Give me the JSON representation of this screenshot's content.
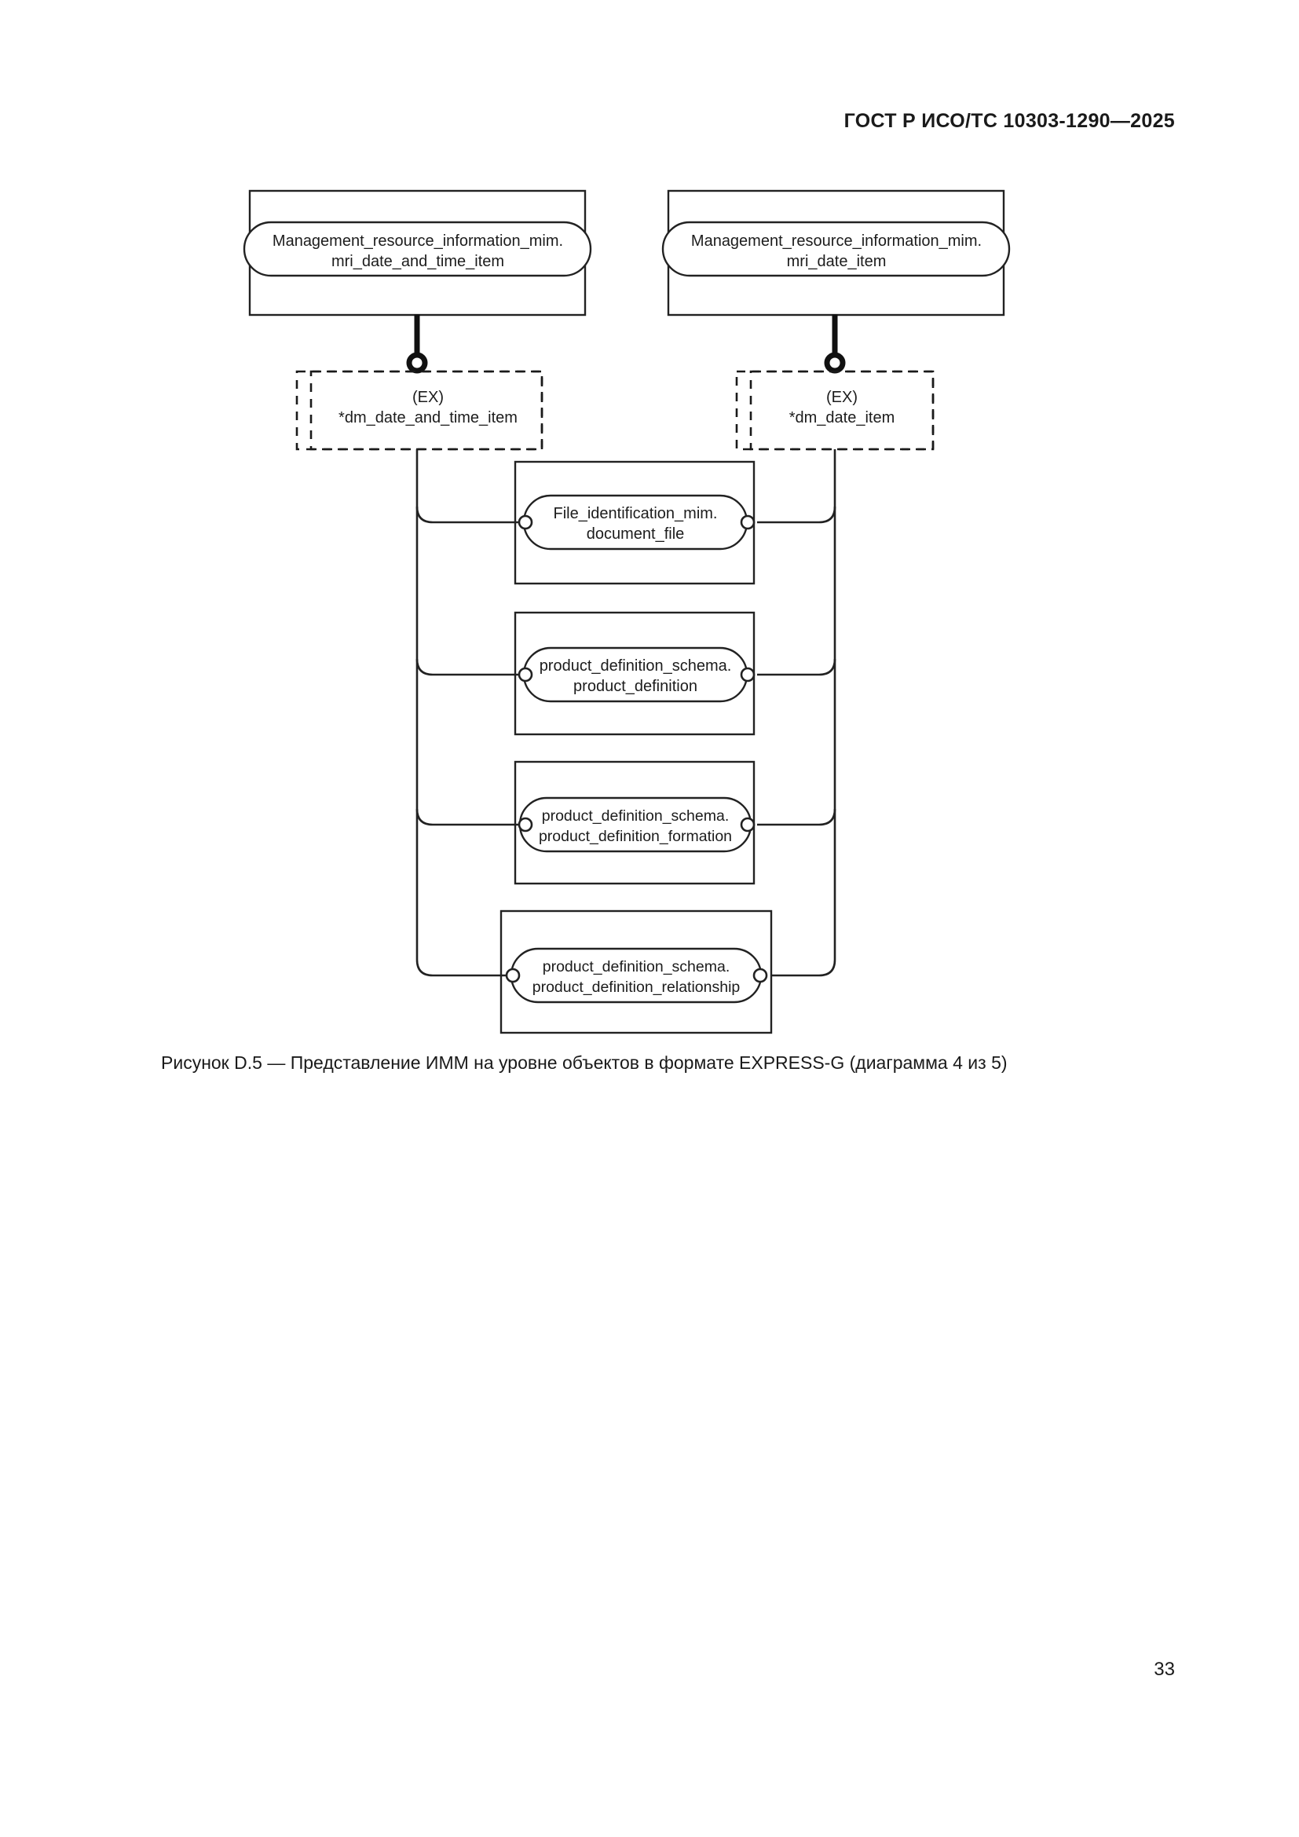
{
  "header": {
    "standard_designation": "ГОСТ Р ИСО/ТС 10303-1290—2025"
  },
  "figure": {
    "caption": "Рисунок D.5 — Представление ИММ на уровне объектов в формате EXPRESS-G (диаграмма 4 из 5)",
    "top_entities": [
      {
        "id": "mri-date-and-time-item",
        "line1": "Management_resource_information_mim.",
        "line2": "mri_date_and_time_item"
      },
      {
        "id": "mri-date-item",
        "line1": "Management_resource_information_mim.",
        "line2": "mri_date_item"
      }
    ],
    "select_boxes": [
      {
        "id": "dm-date-and-time-item",
        "line1": "(EX)",
        "line2": "*dm_date_and_time_item"
      },
      {
        "id": "dm-date-item",
        "line1": "(EX)",
        "line2": "*dm_date_item"
      }
    ],
    "entities": [
      {
        "id": "document-file",
        "line1": "File_identification_mim.",
        "line2": "document_file"
      },
      {
        "id": "product-definition",
        "line1": "product_definition_schema.",
        "line2": "product_definition"
      },
      {
        "id": "product-definition-formation",
        "line1": "product_definition_schema.",
        "line2": "product_definition_formation"
      },
      {
        "id": "product-definition-relationship",
        "line1": "product_definition_schema.",
        "line2": "product_definition_relationship"
      }
    ]
  },
  "footer": {
    "page_number": "33"
  },
  "colors": {
    "ink": "#1a1a1a",
    "line": "#222222",
    "paper": "#ffffff"
  }
}
